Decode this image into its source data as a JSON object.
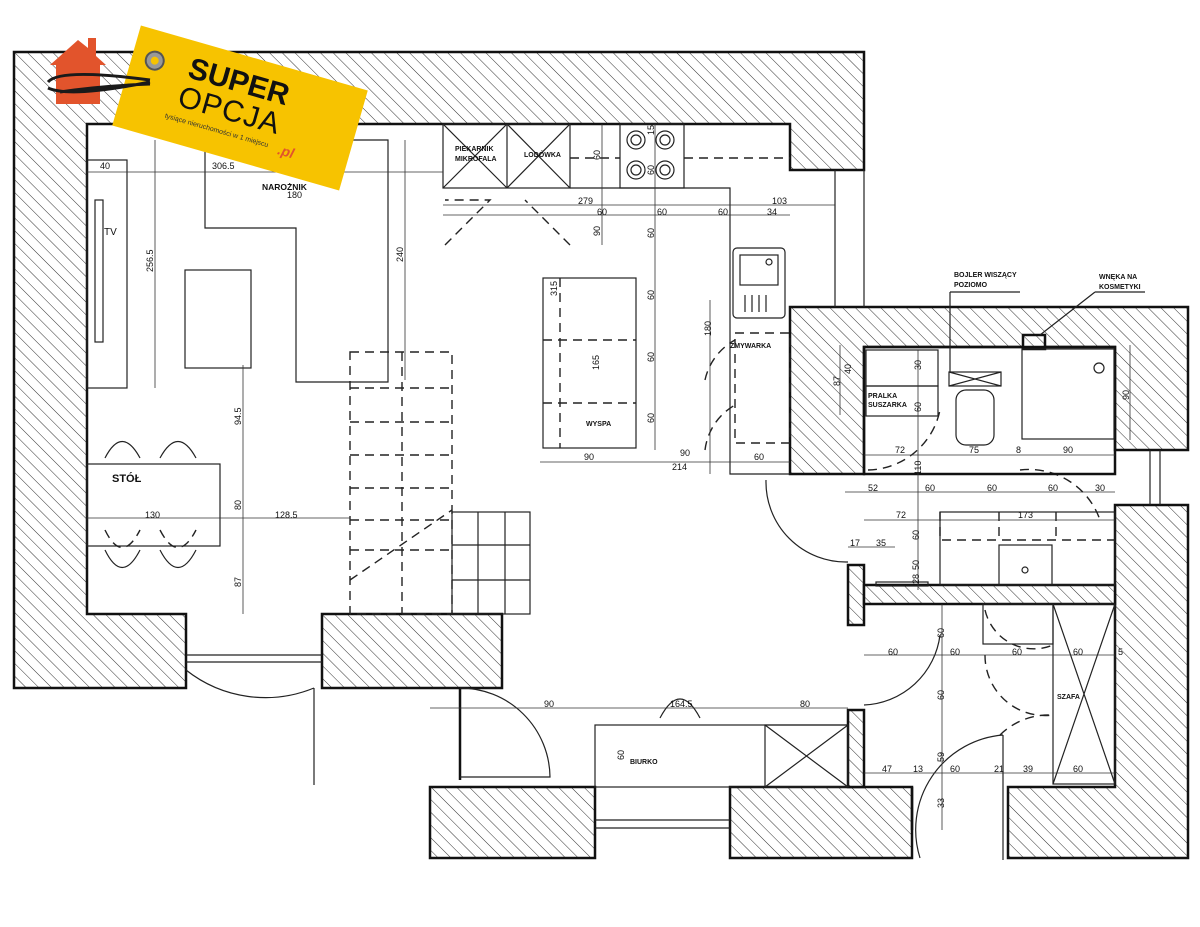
{
  "logo": {
    "line1": "SUPER",
    "line2": "OPCJA",
    "tagline": "tysiące nieruchomości w 1 miejscu",
    "domain": ".pl",
    "colors": {
      "tag": "#f7c300",
      "house": "#e2542c",
      "domain": "#e2542c"
    }
  },
  "rooms": {
    "narożnik": "NAROŻNIK",
    "tv": "TV",
    "stol": "STÓŁ",
    "piekarnik1": "PIEKARNIK",
    "piekarnik2": "MIKROFALA",
    "lodowka": "LODÓWKA",
    "zmywarka": "ZMYWARKA",
    "wyspa": "WYSPA",
    "biurko": "BIURKO",
    "szafa": "SZAFA",
    "pralka1": "PRALKA",
    "pralka2": "SUSZARKA",
    "bojler1": "BOJLER WISZĄCY",
    "bojler2": "POZIOMO",
    "wneka1": "WNĘKA NA",
    "wneka2": "KOSMETYKI"
  },
  "dims_h": [
    "40",
    "306.5",
    "180",
    "279",
    "103",
    "60",
    "60",
    "60",
    "34",
    "130",
    "128.5",
    "90",
    "90",
    "214",
    "60",
    "72",
    "75",
    "8",
    "90",
    "52",
    "60",
    "60",
    "60",
    "30",
    "72",
    "173",
    "17",
    "35",
    "60",
    "60",
    "60",
    "60",
    "5",
    "90",
    "164.5",
    "80",
    "47",
    "13",
    "60",
    "21",
    "39",
    "60"
  ],
  "dims_v": [
    "256.5",
    "240",
    "94.5",
    "80",
    "87",
    "60",
    "15",
    "60",
    "90",
    "60",
    "315",
    "60",
    "165",
    "60",
    "60",
    "180",
    "87",
    "40",
    "30",
    "60",
    "110",
    "90",
    "60",
    "50",
    "28",
    "60",
    "60",
    "59",
    "33",
    "60"
  ]
}
